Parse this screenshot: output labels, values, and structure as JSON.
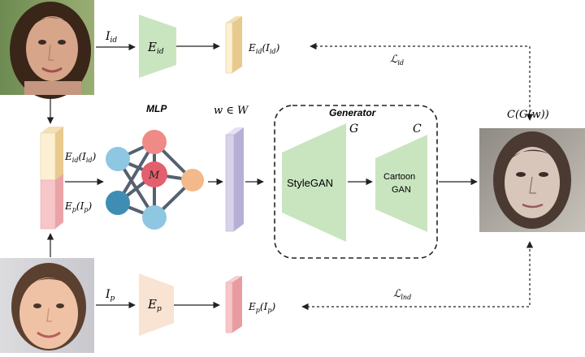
{
  "labels": {
    "input_id": "I",
    "input_id_sub": "id",
    "encoder_id": "E",
    "encoder_id_sub": "id",
    "feature_id": "E_{id}(I_{id})",
    "loss_id": "ℒ",
    "loss_id_sub": "id",
    "mlp_title": "MLP",
    "mlp_node_m": "M",
    "latent": "w ∈ W",
    "generator_title": "Generator",
    "generator_g": "G",
    "generator_c": "C",
    "stylegan": "StyleGAN",
    "cartoon_line1": "Cartoon",
    "cartoon_line2": "GAN",
    "output": "C(G(w))",
    "stack_top": "E_{id}(I_{id})",
    "stack_bottom": "E_p(I_p)",
    "input_p": "I",
    "input_p_sub": "p",
    "encoder_p": "E",
    "encoder_p_sub": "p",
    "feature_p": "E_p(I_p)",
    "loss_lnd": "ℒ",
    "loss_lnd_sub": "lnd"
  },
  "colors": {
    "encoder_green": "#c9e5c0",
    "encoder_peach": "#f9e3d2",
    "feature_cream": "#fdf0d2",
    "feature_pink": "#f6c6c8",
    "latent_lavender": "#d8d2ea",
    "node_blue": "#8ec7e2",
    "node_darkblue": "#3f8db5",
    "node_red": "#e35f6d",
    "node_salmon": "#f08a86",
    "node_orange": "#f3b98a",
    "edge_gray": "#556070"
  }
}
